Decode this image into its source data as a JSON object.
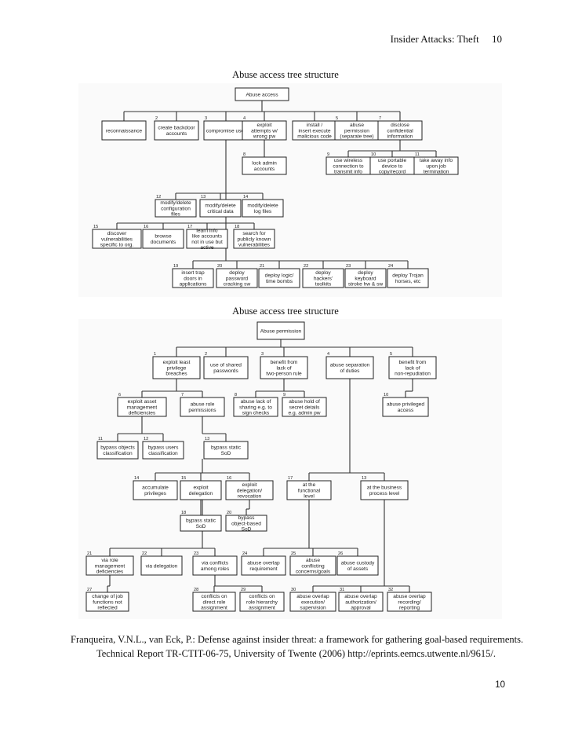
{
  "running_header": "Insider Attacks: Theft     10",
  "figure1": {
    "caption": "Abuse access tree structure",
    "root": "Abuse access",
    "nodes": [
      {
        "n": "",
        "label": "reconnaissance"
      },
      {
        "n": "2",
        "label": "create backdoor accounts"
      },
      {
        "n": "3",
        "label": "compromise user"
      },
      {
        "n": "4",
        "label": "exploit attempts w/ wrong pw"
      },
      {
        "n": "",
        "label": "install / insert execute malicious code"
      },
      {
        "n": "5",
        "label": "abuse permission (separate tree)"
      },
      {
        "n": "7",
        "label": "disclose confidential information"
      },
      {
        "n": "8",
        "label": "lock admin accounts"
      },
      {
        "n": "9",
        "label": "use wireless connection to transmit info"
      },
      {
        "n": "10",
        "label": "use portable device to copy/record"
      },
      {
        "n": "11",
        "label": "take away info upon job termination"
      },
      {
        "n": "12",
        "label": "modify/delete configuration files"
      },
      {
        "n": "13",
        "label": "modify/delete critical data"
      },
      {
        "n": "14",
        "label": "modify/delete log files"
      },
      {
        "n": "15",
        "label": "discover vulnerabilities specific to org."
      },
      {
        "n": "16",
        "label": "browse documents"
      },
      {
        "n": "17",
        "label": "learn info like accounts not in use but active"
      },
      {
        "n": "18",
        "label": "search for publicly known vulnerabilities"
      },
      {
        "n": "19",
        "label": "insert trap doors in applications"
      },
      {
        "n": "20",
        "label": "deploy password cracking sw"
      },
      {
        "n": "21",
        "label": "deploy logic/ time bombs"
      },
      {
        "n": "22",
        "label": "deploy hackers' toolkits"
      },
      {
        "n": "23",
        "label": "deploy keyboard stroke hw & sw"
      },
      {
        "n": "24",
        "label": "deploy Trojan horses, etc"
      }
    ]
  },
  "figure2": {
    "caption": "Abuse access tree structure",
    "root": "Abuse permission",
    "nodes": [
      {
        "n": "1",
        "label": "exploit least privilege breaches"
      },
      {
        "n": "2",
        "label": "use of shared passwords"
      },
      {
        "n": "3",
        "label": "benefit from lack of two-person rule"
      },
      {
        "n": "4",
        "label": "abuse separation of duties"
      },
      {
        "n": "5",
        "label": "benefit from lack of non-repudiation"
      },
      {
        "n": "6",
        "label": "exploit asset management deficiencies"
      },
      {
        "n": "7",
        "label": "abuse role permissions"
      },
      {
        "n": "8",
        "label": "abuse lack of sharing e.g. to sign checks"
      },
      {
        "n": "9",
        "label": "abuse hold of secret details e.g. admin pw"
      },
      {
        "n": "10",
        "label": "abuse privileged access"
      },
      {
        "n": "11",
        "label": "bypass objects classification"
      },
      {
        "n": "12",
        "label": "bypass users classification"
      },
      {
        "n": "13",
        "label": "bypass static SoD"
      },
      {
        "n": "14",
        "label": "accumulate privileges"
      },
      {
        "n": "15",
        "label": "exploit delegation"
      },
      {
        "n": "16",
        "label": "exploit delegation/ revocation"
      },
      {
        "n": "17",
        "label": "at the functional level"
      },
      {
        "n": "13",
        "label": "at the business process level"
      },
      {
        "n": "18",
        "label": "bypass static SoD"
      },
      {
        "n": "20",
        "label": "bypass object-based SoD"
      },
      {
        "n": "21",
        "label": "via role management deficiencies"
      },
      {
        "n": "22",
        "label": "via delegation"
      },
      {
        "n": "23",
        "label": "via conflicts among roles"
      },
      {
        "n": "24",
        "label": "abuse overlap requirement"
      },
      {
        "n": "25",
        "label": "abuse conflicting concerns/goals"
      },
      {
        "n": "26",
        "label": "abuse custody of assets"
      },
      {
        "n": "27",
        "label": "change of job functions not reflected"
      },
      {
        "n": "28",
        "label": "conflicts on direct role assignment"
      },
      {
        "n": "29",
        "label": "conflicts on role hierarchy assignment"
      },
      {
        "n": "30",
        "label": "abuse overlap execution/ supervision"
      },
      {
        "n": "31",
        "label": "abuse overlap authorization/ approval"
      },
      {
        "n": "32",
        "label": "abuse overlap recording/ reporting"
      }
    ]
  },
  "reference": "Franqueira, V.N.L., van Eck, P.: Defense against insider threat: a framework for gathering goal-based requirements. Technical Report TR-CTIT-06-75, University of Twente (2006) http://eprints.eemcs.utwente.nl/9615/.",
  "page_number": "10"
}
